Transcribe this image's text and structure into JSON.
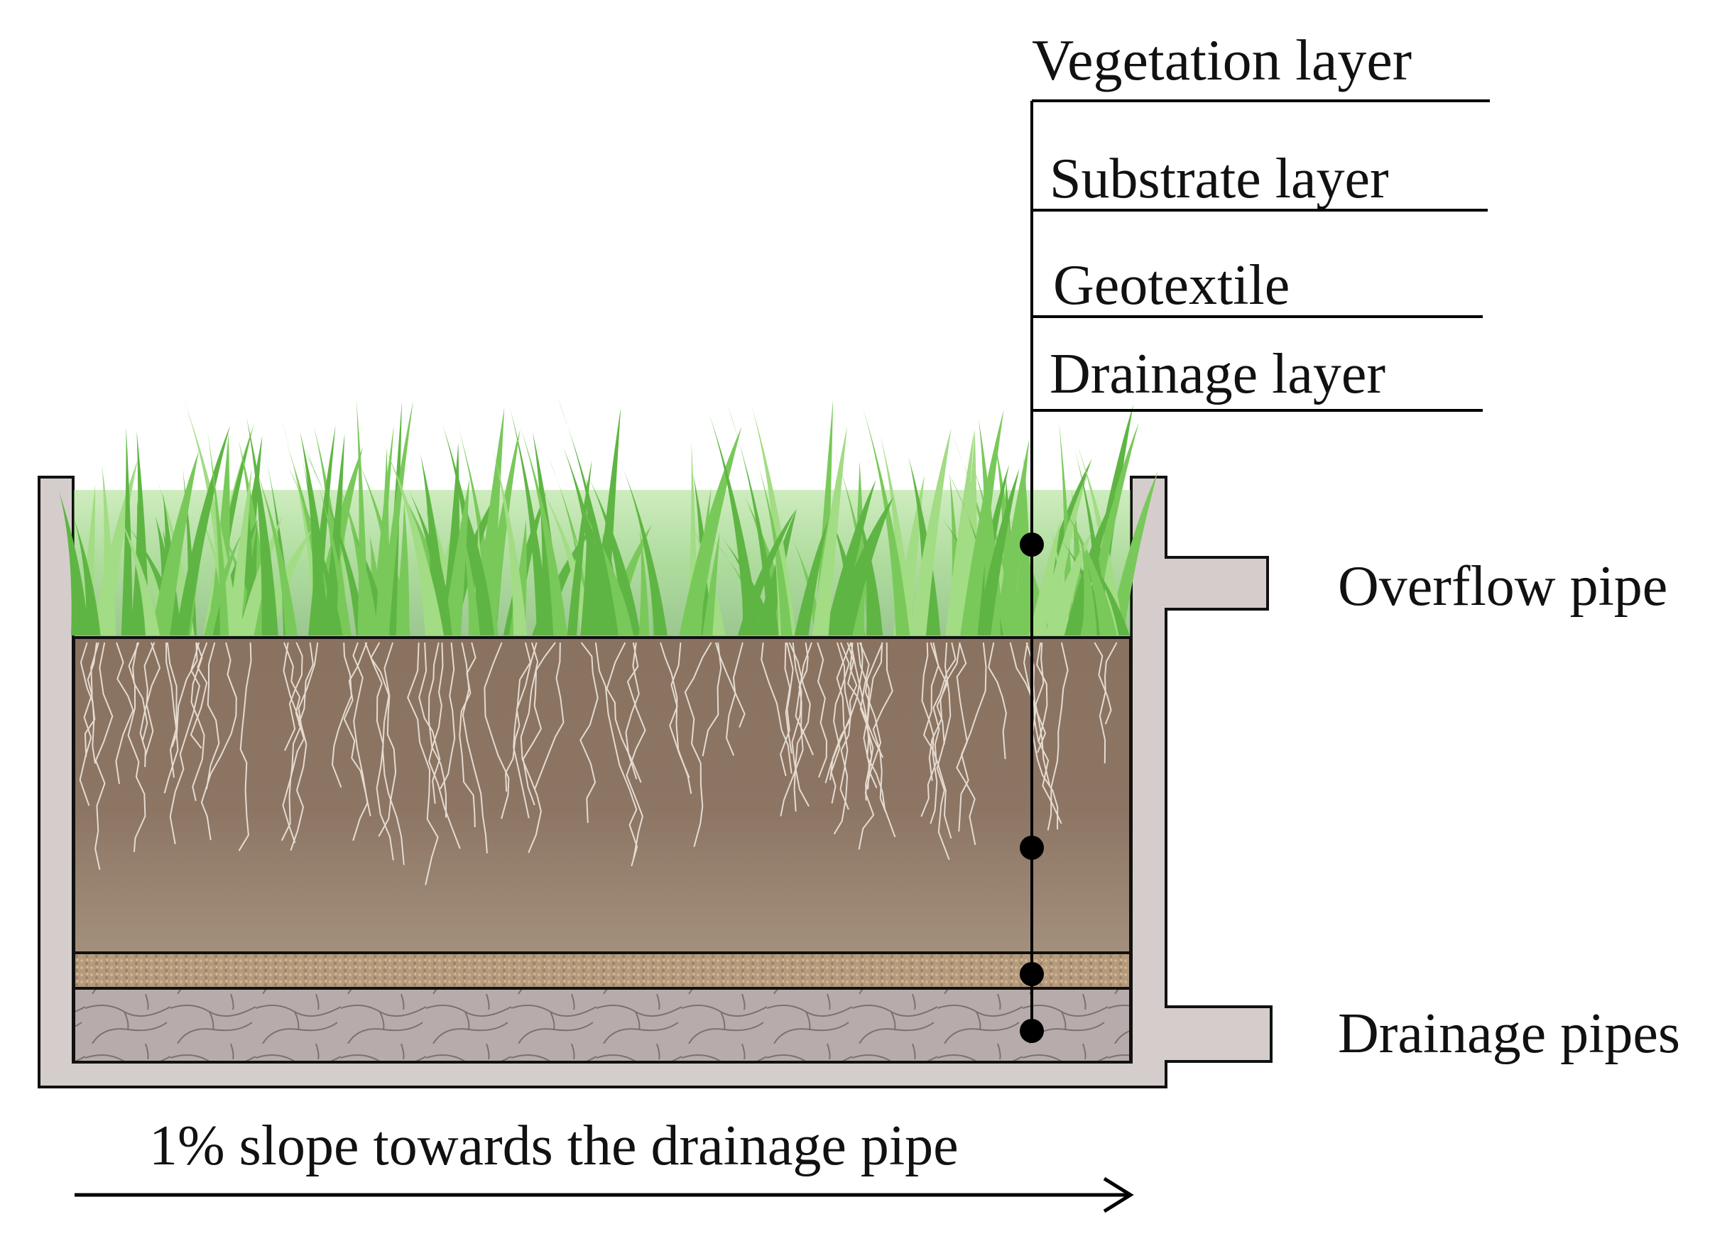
{
  "labels": {
    "vegetation_layer": "Vegetation layer",
    "substrate_layer": "Substrate layer",
    "geotextile": "Geotextile",
    "drainage_layer": "Drainage layer",
    "overflow_pipe": "Overflow pipe",
    "drainage_pipes": "Drainage pipes",
    "slope": "1% slope towards the drainage pipe"
  },
  "colors": {
    "container": "#d5cdcc",
    "container_stroke": "#111111",
    "grass_light": "#7ecb5a",
    "grass_dark": "#3f9a2e",
    "soil_top": "#8e7561",
    "soil_bottom": "#9f8c78",
    "geotextile": "#b59a7c",
    "drainage": "#b5aaa8",
    "root": "#f2ece4",
    "line": "#000000"
  }
}
